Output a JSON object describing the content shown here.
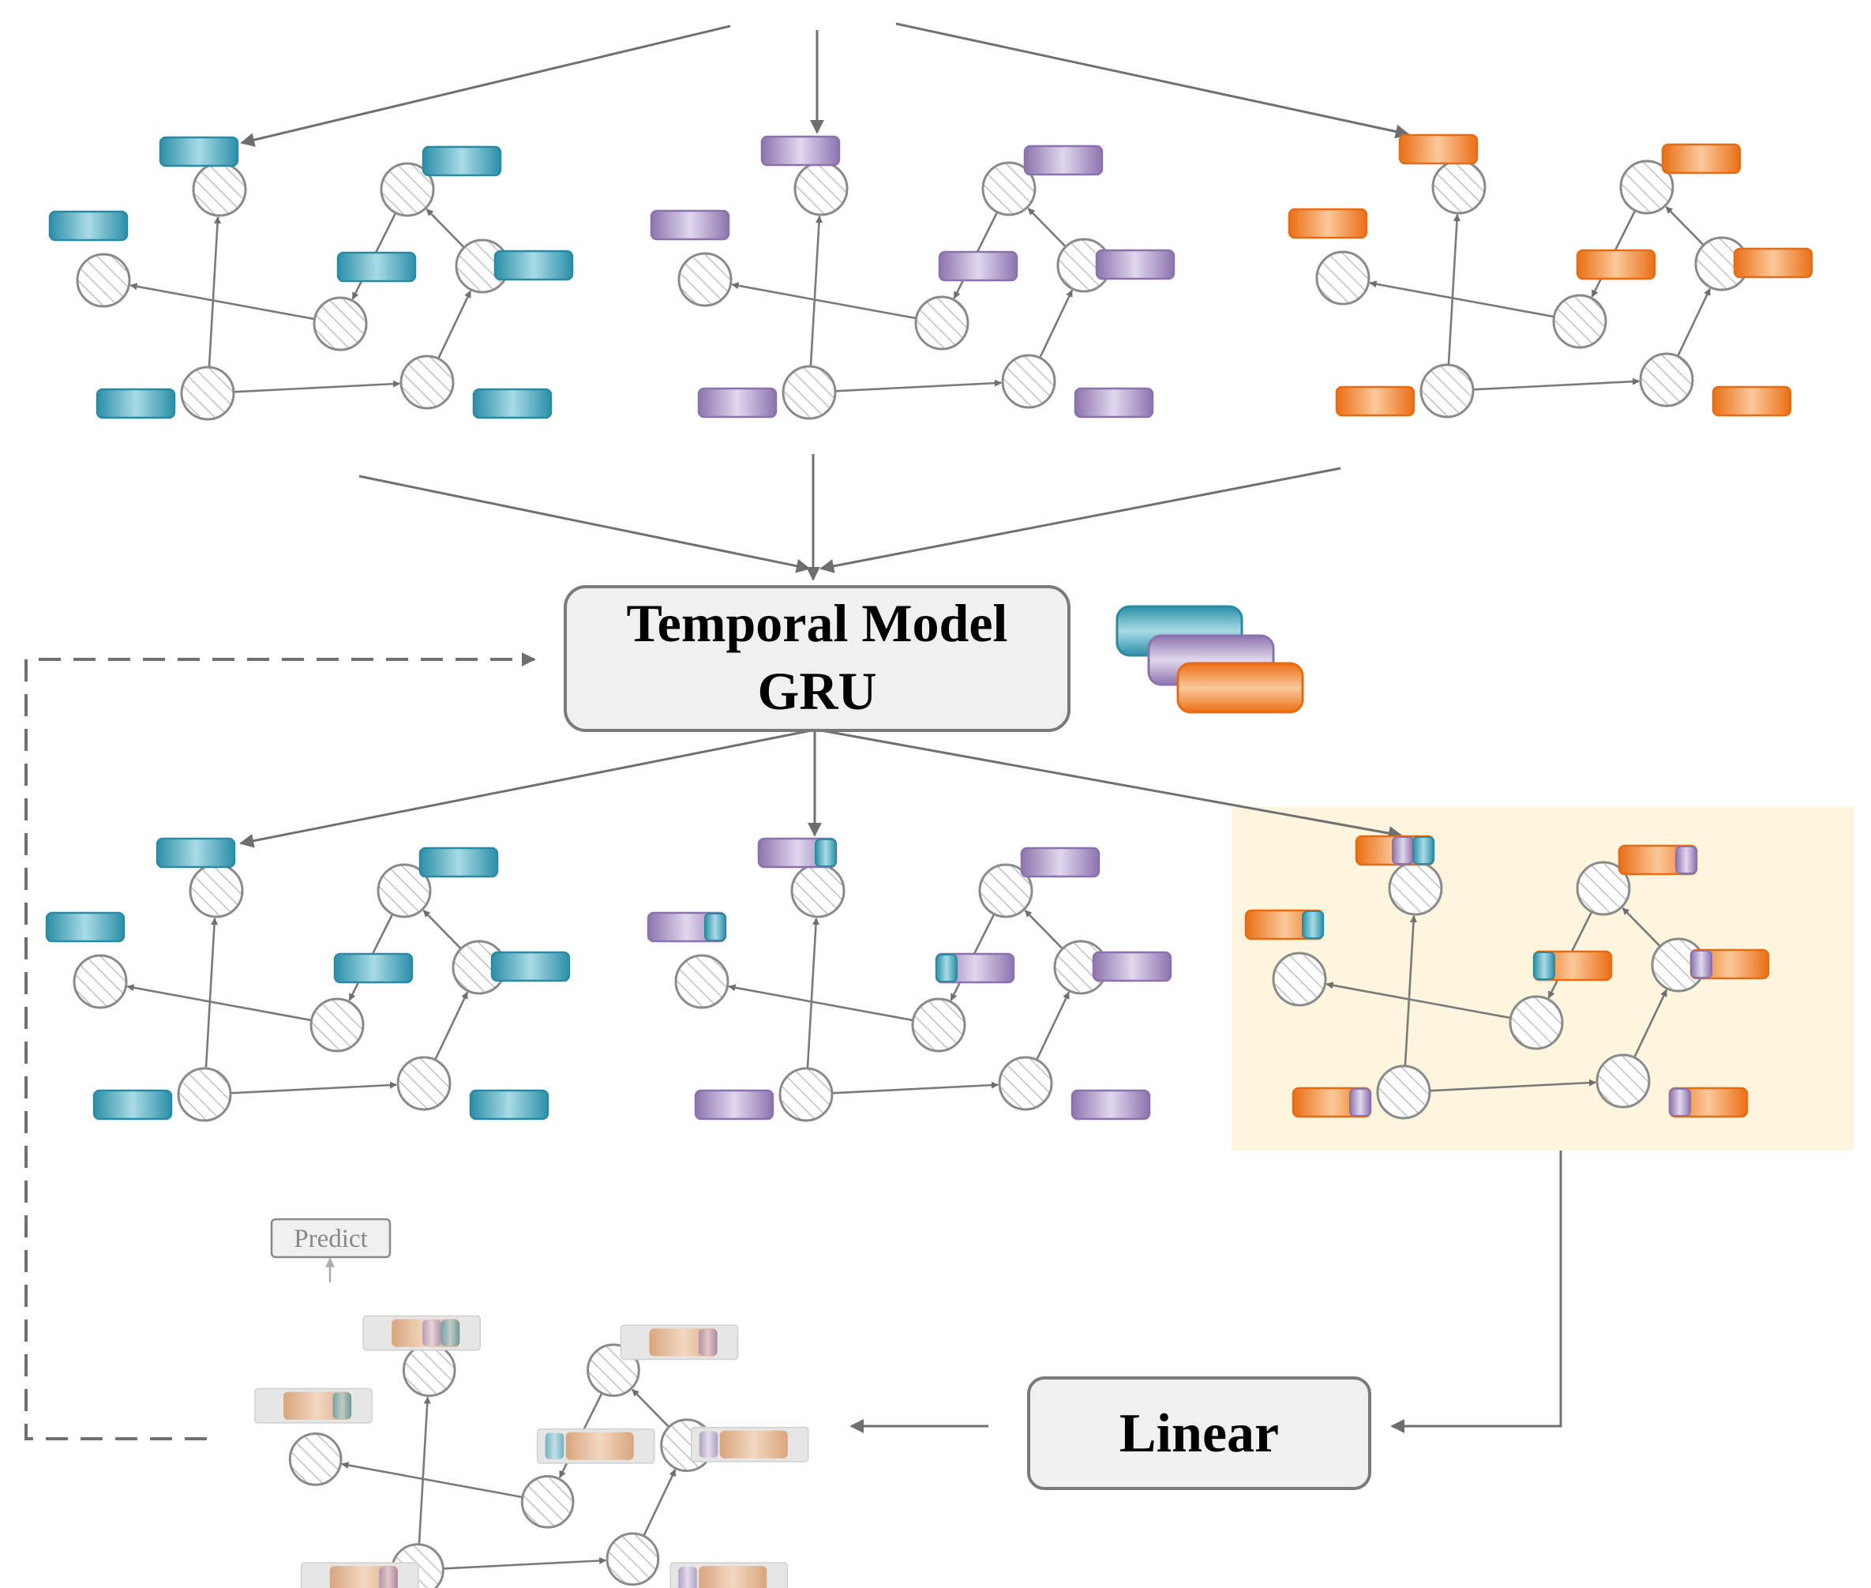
{
  "temporal_model": {
    "line1": "Temporal Model",
    "line2": "GRU"
  },
  "linear": {
    "label": "Linear"
  },
  "predict": {
    "label": "Predict"
  },
  "colors": {
    "teal": "#2f9bb5",
    "purple": "#9a82ba",
    "orange": "#ee7a22",
    "node_stroke": "#888888",
    "arrow": "#707070",
    "highlight_bg": "#fdf5dd",
    "box_fill": "#f0f0f0"
  },
  "graph_snapshots": [
    {
      "color": "teal"
    },
    {
      "color": "purple"
    },
    {
      "color": "orange"
    }
  ]
}
